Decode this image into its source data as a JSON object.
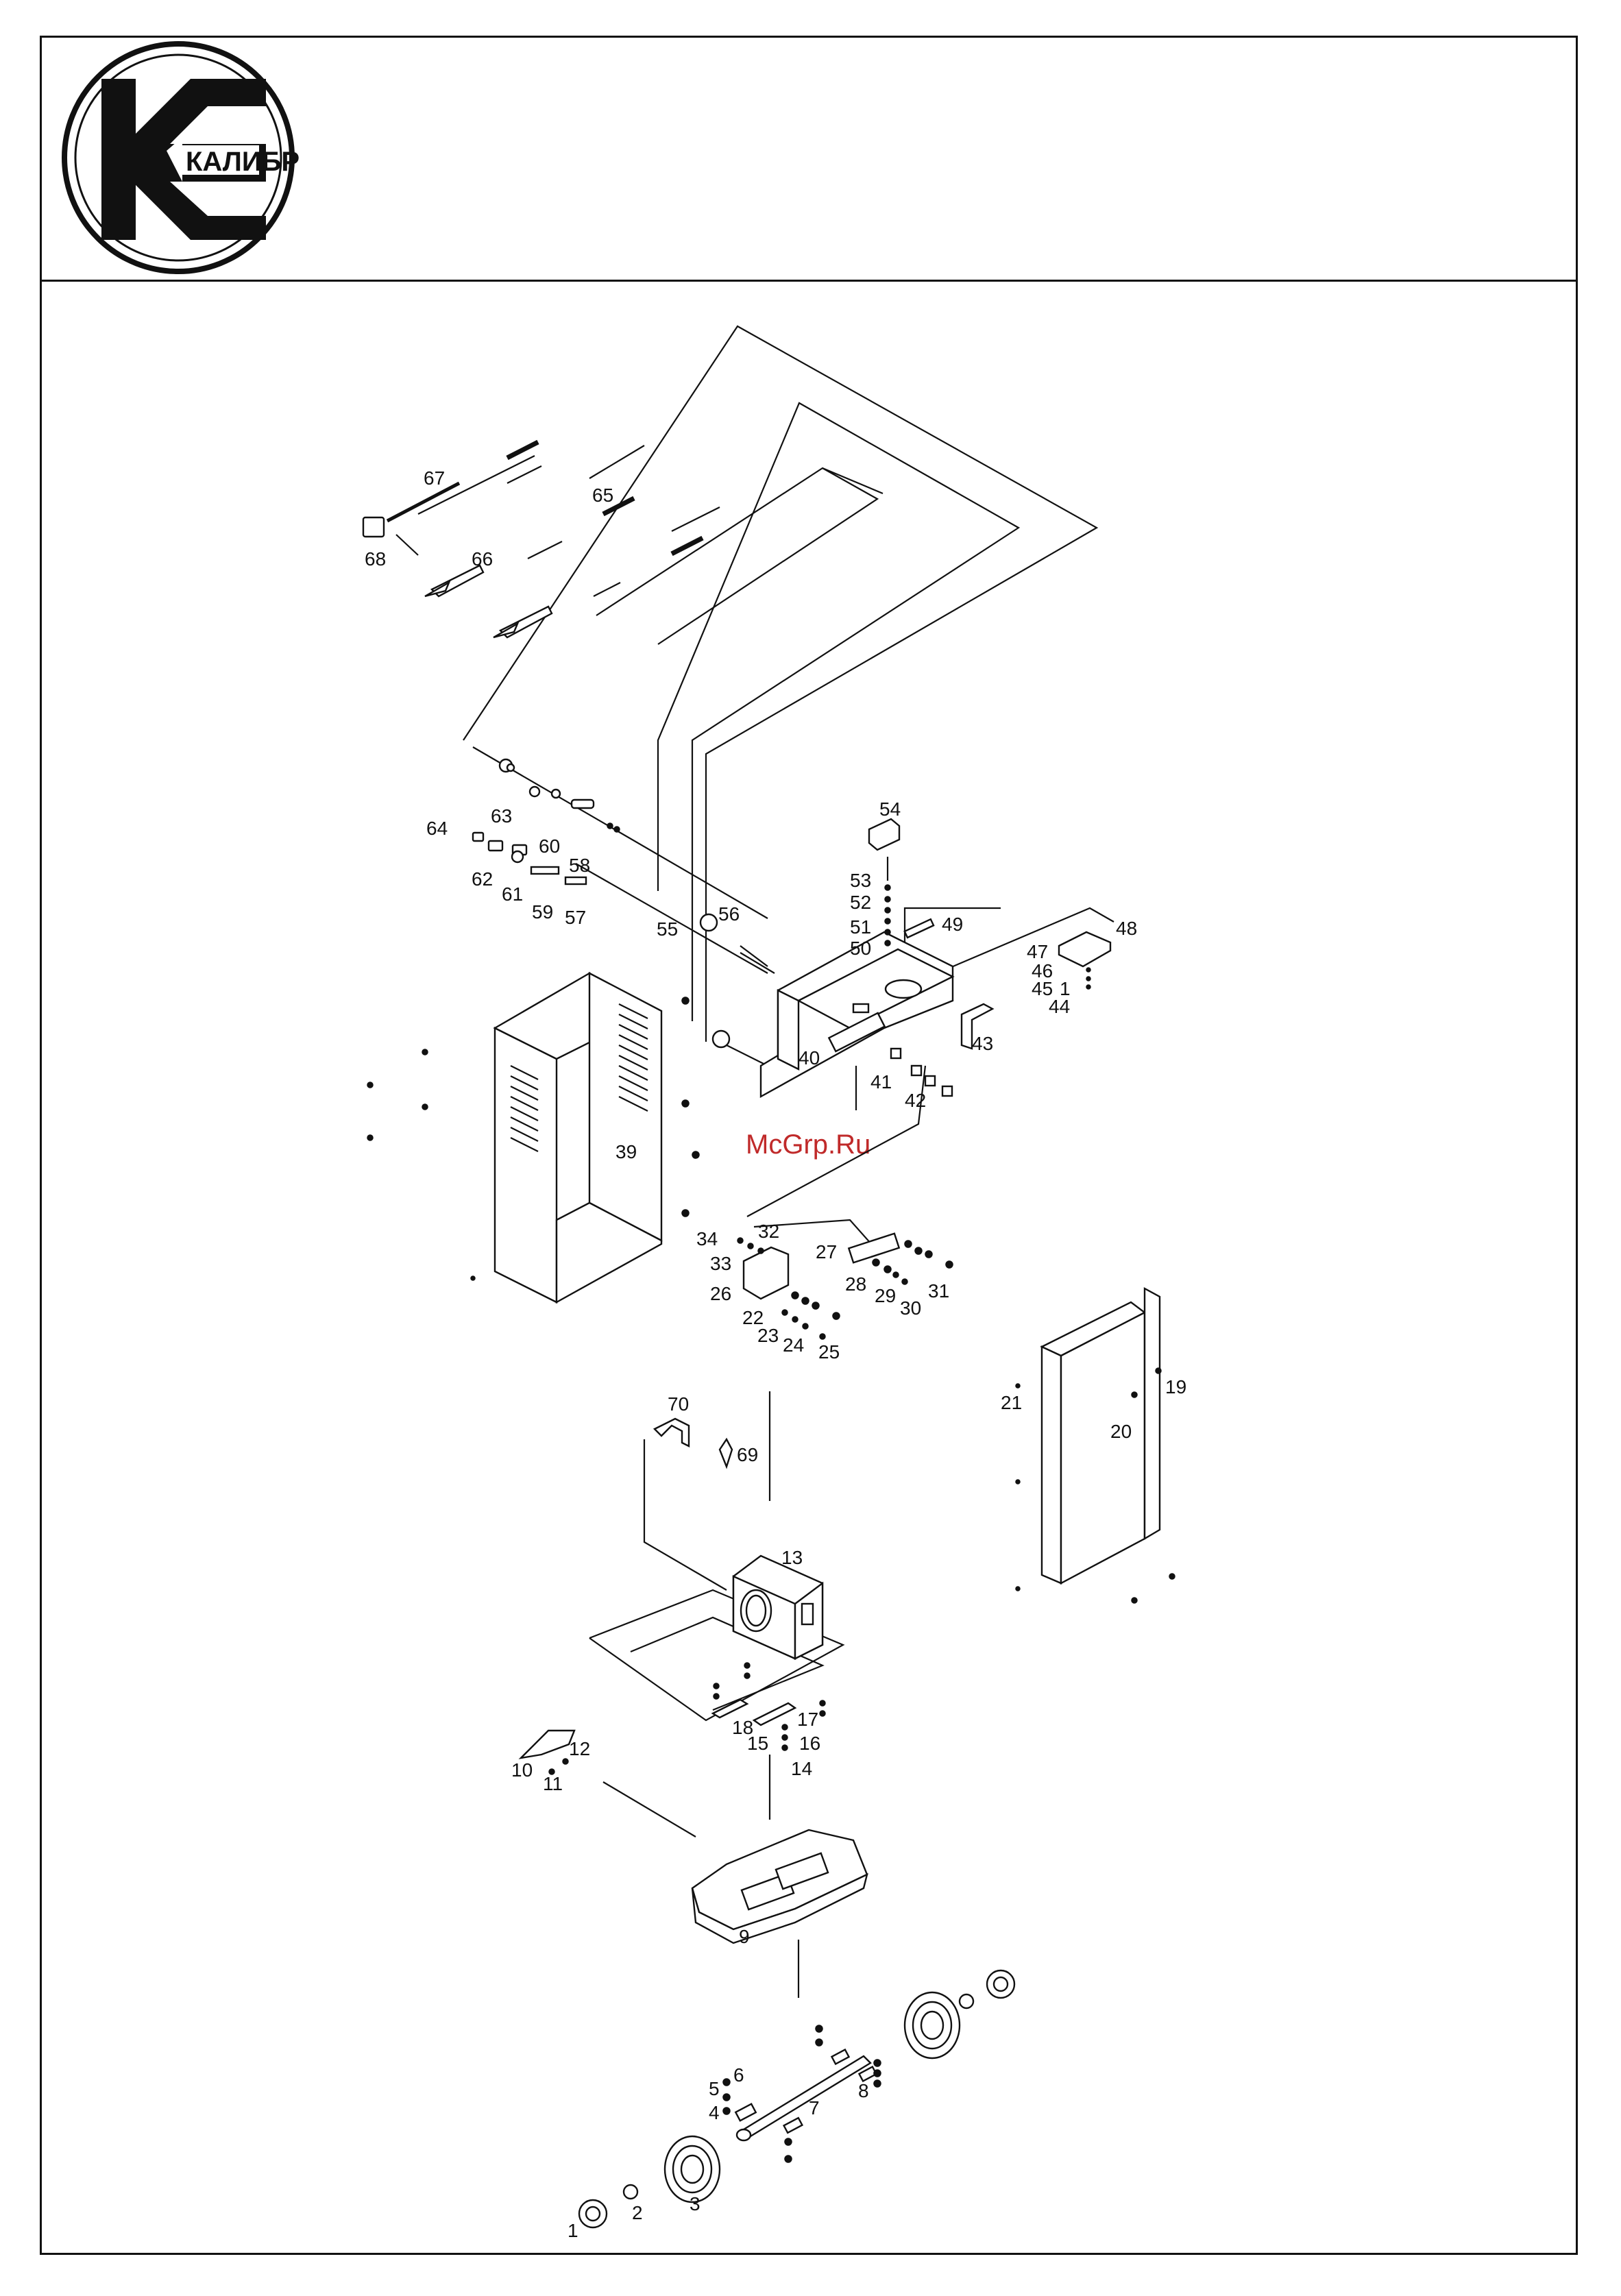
{
  "logo": {
    "brand_text": "КАЛИБР",
    "icon": "kalibr-logo-icon"
  },
  "watermark": "McGrp.Ru",
  "callouts": [
    {
      "id": "1",
      "label": "1"
    },
    {
      "id": "2",
      "label": "2"
    },
    {
      "id": "3",
      "label": "3"
    },
    {
      "id": "4",
      "label": "4"
    },
    {
      "id": "5",
      "label": "5"
    },
    {
      "id": "6",
      "label": "6"
    },
    {
      "id": "7",
      "label": "7"
    },
    {
      "id": "8",
      "label": "8"
    },
    {
      "id": "9",
      "label": "9"
    },
    {
      "id": "10",
      "label": "10"
    },
    {
      "id": "11",
      "label": "11"
    },
    {
      "id": "12",
      "label": "12"
    },
    {
      "id": "13",
      "label": "13"
    },
    {
      "id": "14",
      "label": "14"
    },
    {
      "id": "15",
      "label": "15"
    },
    {
      "id": "16",
      "label": "16"
    },
    {
      "id": "17",
      "label": "17"
    },
    {
      "id": "18",
      "label": "18"
    },
    {
      "id": "19",
      "label": "19"
    },
    {
      "id": "20",
      "label": "20"
    },
    {
      "id": "21",
      "label": "21"
    },
    {
      "id": "22",
      "label": "22"
    },
    {
      "id": "23",
      "label": "23"
    },
    {
      "id": "24",
      "label": "24"
    },
    {
      "id": "25",
      "label": "25"
    },
    {
      "id": "26",
      "label": "26"
    },
    {
      "id": "27",
      "label": "27"
    },
    {
      "id": "28",
      "label": "28"
    },
    {
      "id": "29",
      "label": "29"
    },
    {
      "id": "30",
      "label": "30"
    },
    {
      "id": "31",
      "label": "31"
    },
    {
      "id": "32",
      "label": "32"
    },
    {
      "id": "33",
      "label": "33"
    },
    {
      "id": "34",
      "label": "34"
    },
    {
      "id": "39",
      "label": "39"
    },
    {
      "id": "40",
      "label": "40"
    },
    {
      "id": "41",
      "label": "41"
    },
    {
      "id": "42",
      "label": "42"
    },
    {
      "id": "43",
      "label": "43"
    },
    {
      "id": "44",
      "label": "44"
    },
    {
      "id": "45",
      "label": "45"
    },
    {
      "id": "1b",
      "label": "1"
    },
    {
      "id": "46",
      "label": "46"
    },
    {
      "id": "47",
      "label": "47"
    },
    {
      "id": "48",
      "label": "48"
    },
    {
      "id": "49",
      "label": "49"
    },
    {
      "id": "50",
      "label": "50"
    },
    {
      "id": "51",
      "label": "51"
    },
    {
      "id": "52",
      "label": "52"
    },
    {
      "id": "53",
      "label": "53"
    },
    {
      "id": "54",
      "label": "54"
    },
    {
      "id": "55",
      "label": "55"
    },
    {
      "id": "56",
      "label": "56"
    },
    {
      "id": "57",
      "label": "57"
    },
    {
      "id": "58",
      "label": "58"
    },
    {
      "id": "59",
      "label": "59"
    },
    {
      "id": "60",
      "label": "60"
    },
    {
      "id": "61",
      "label": "61"
    },
    {
      "id": "62",
      "label": "62"
    },
    {
      "id": "63",
      "label": "63"
    },
    {
      "id": "64",
      "label": "64"
    },
    {
      "id": "65",
      "label": "65"
    },
    {
      "id": "66",
      "label": "66"
    },
    {
      "id": "67",
      "label": "67"
    },
    {
      "id": "68",
      "label": "68"
    },
    {
      "id": "69",
      "label": "69"
    },
    {
      "id": "70",
      "label": "70"
    }
  ]
}
